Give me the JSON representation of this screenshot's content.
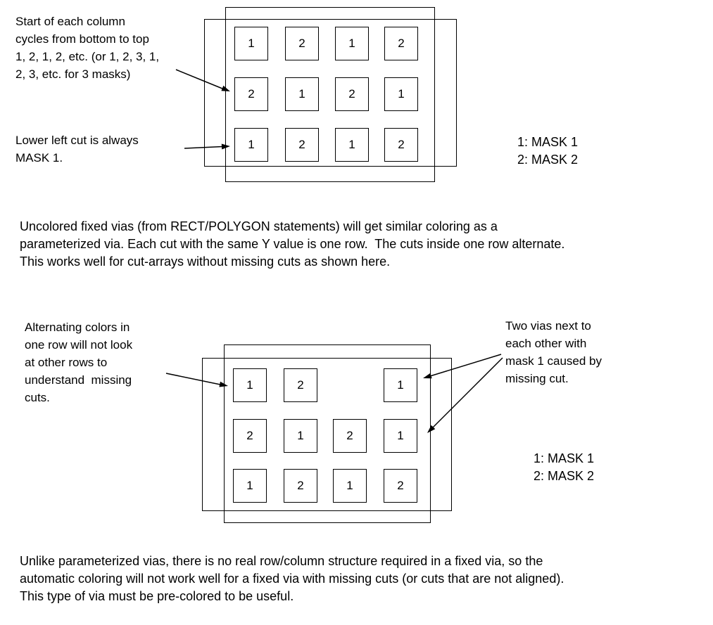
{
  "colors": {
    "line": "#000000",
    "background": "#ffffff"
  },
  "diagram1": {
    "annotation_column_cycle": "Start of each column\ncycles from bottom to top\n1, 2, 1, 2, etc. (or 1, 2, 3, 1,\n2, 3, etc. for 3 masks)",
    "annotation_lower_left": "Lower left cut is always\nMASK 1.",
    "grid": [
      [
        "1",
        "2",
        "1",
        "2"
      ],
      [
        "2",
        "1",
        "2",
        "1"
      ],
      [
        "1",
        "2",
        "1",
        "2"
      ]
    ],
    "legend": [
      "1: MASK 1",
      "2: MASK 2"
    ]
  },
  "paragraph1": "Uncolored fixed vias (from RECT/POLYGON statements) will get similar coloring as a\nparameterized via. Each cut with the same Y value is one row.  The cuts inside one row alternate.\nThis works well for cut-arrays without missing cuts as shown here.",
  "diagram2": {
    "annotation_alternating": "Alternating colors in\none row will not look\nat other rows to\nunderstand  missing\ncuts.",
    "annotation_two_vias": "Two vias next to\neach other with\nmask 1 caused by\nmissing cut.",
    "grid": [
      [
        "1",
        "2",
        null,
        "1"
      ],
      [
        "2",
        "1",
        "2",
        "1"
      ],
      [
        "1",
        "2",
        "1",
        "2"
      ]
    ],
    "legend": [
      "1: MASK 1",
      "2: MASK 2"
    ]
  },
  "paragraph2": "Unlike parameterized vias, there is no real row/column structure required in a fixed via, so the\nautomatic coloring will not work well for a fixed via with missing cuts (or cuts that are not aligned).\nThis type of via must be pre-colored to be useful."
}
